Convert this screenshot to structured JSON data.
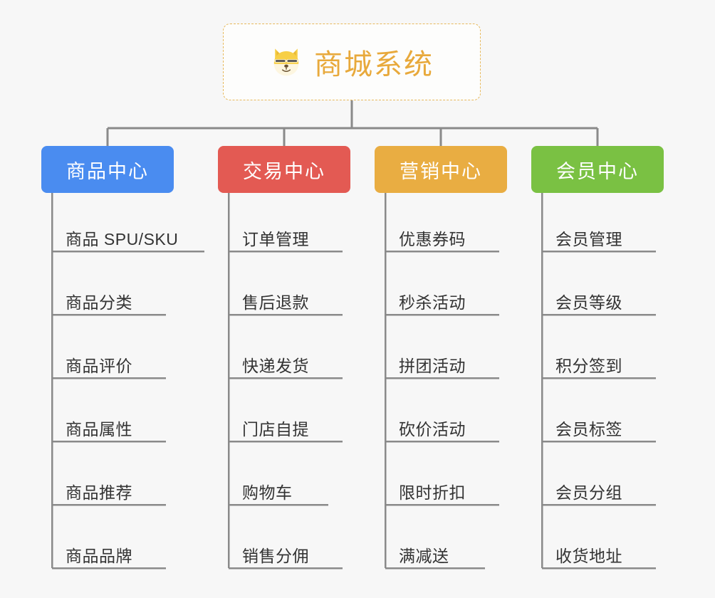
{
  "page": {
    "background_color": "#f7f7f7",
    "line_color": "#8a8a8a",
    "leaf_text_color": "#333333"
  },
  "root": {
    "icon": "shiba-dog-face-icon",
    "title": "商城系统",
    "text_color": "#e8a93b",
    "border_color": "#e7b95c",
    "background_color": "#fdfdfc"
  },
  "columns": [
    {
      "id": "product-center",
      "header": "商品中心",
      "color": "#4a8cf0",
      "items": [
        "商品 SPU/SKU",
        "商品分类",
        "商品评价",
        "商品属性",
        "商品推荐",
        "商品品牌"
      ]
    },
    {
      "id": "trade-center",
      "header": "交易中心",
      "color": "#e35a53",
      "items": [
        "订单管理",
        "售后退款",
        "快递发货",
        "门店自提",
        "购物车",
        "销售分佣"
      ]
    },
    {
      "id": "marketing-center",
      "header": "营销中心",
      "color": "#e9ad42",
      "items": [
        "优惠券码",
        "秒杀活动",
        "拼团活动",
        "砍价活动",
        "限时折扣",
        "满减送"
      ]
    },
    {
      "id": "member-center",
      "header": "会员中心",
      "color": "#7ac143",
      "items": [
        "会员管理",
        "会员等级",
        "积分签到",
        "会员标签",
        "会员分组",
        "收货地址"
      ]
    }
  ]
}
